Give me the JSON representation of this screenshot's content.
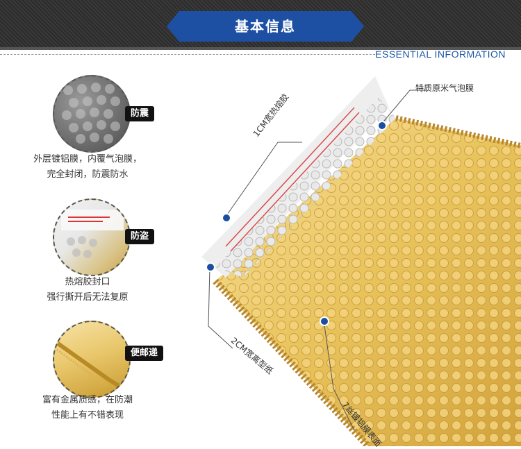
{
  "header": {
    "title": "基本信息",
    "english_title": "ESSENTIAL INFORMATION"
  },
  "features": [
    {
      "badge": "防震",
      "desc_lines": [
        "外层镀铝膜，内覆气泡膜，",
        "完全封闭，防震防水"
      ]
    },
    {
      "badge": "防盗",
      "desc_lines": [
        "热熔胶封口",
        "强行撕开后无法复原"
      ]
    },
    {
      "badge": "便邮递",
      "desc_lines": [
        "富有金属质感，在防潮",
        "性能上有不错表现"
      ]
    }
  ],
  "callouts": {
    "film": "特质原米气泡膜",
    "glue": "1CM宽热熔胶",
    "paper": "2CM宽离型纸",
    "surface": "7丝镀铝膜表面"
  },
  "colors": {
    "gold": "#e6c46a",
    "blue_badge": "#1d4fa3",
    "accent_blue": "#1a55a8"
  }
}
